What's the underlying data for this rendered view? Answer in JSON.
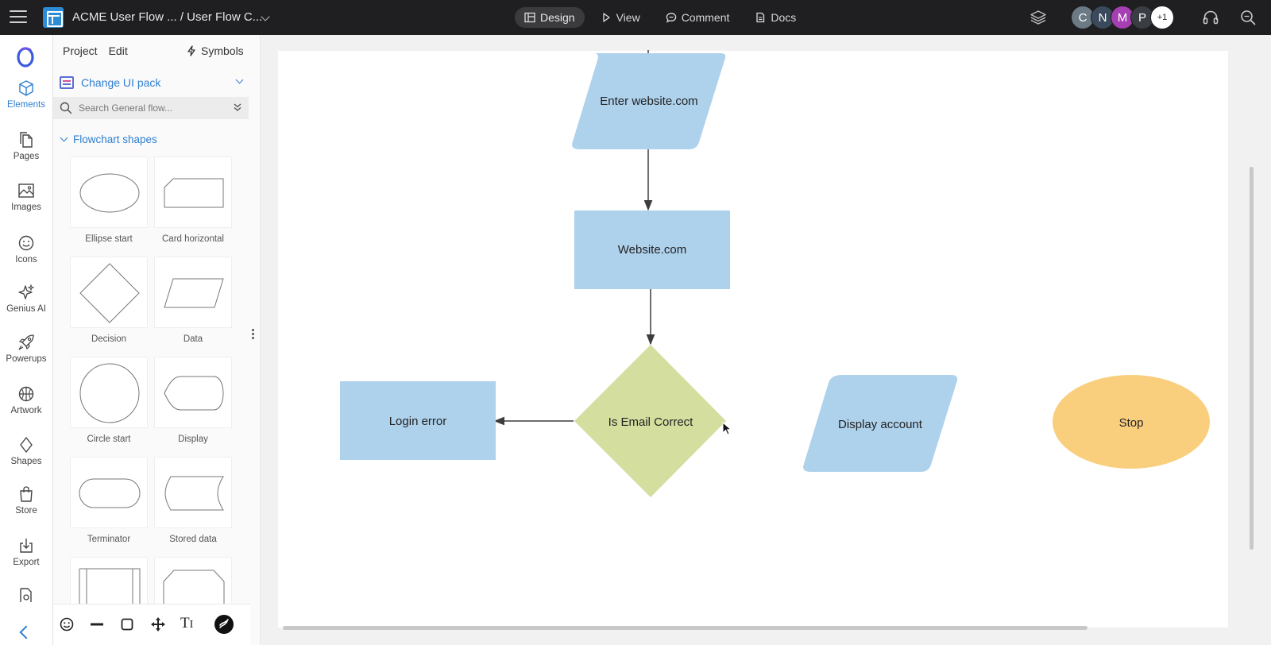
{
  "app": {
    "title": "ACME User Flow ... / User Flow C...",
    "modes": [
      {
        "label": "Design",
        "icon": "layout-icon",
        "active": true
      },
      {
        "label": "View",
        "icon": "play-icon",
        "active": false
      },
      {
        "label": "Comment",
        "icon": "comment-icon",
        "active": false
      },
      {
        "label": "Docs",
        "icon": "document-icon",
        "active": false
      }
    ],
    "collaborators": [
      {
        "initial": "C",
        "color": "#6c7a86"
      },
      {
        "initial": "N",
        "color": "#3a4a5c"
      },
      {
        "initial": "M",
        "color": "#a53fb2"
      },
      {
        "initial": "P",
        "color": "#3b3d44"
      },
      {
        "initial": "+1",
        "color": "#ffffff"
      }
    ]
  },
  "rail": {
    "items": [
      {
        "label": "Elements",
        "icon": "cube-icon"
      },
      {
        "label": "Pages",
        "icon": "pages-icon"
      },
      {
        "label": "Images",
        "icon": "image-icon"
      },
      {
        "label": "Icons",
        "icon": "smiley-icon"
      },
      {
        "label": "Genius AI",
        "icon": "sparkle-icon"
      },
      {
        "label": "Powerups",
        "icon": "rocket-icon"
      },
      {
        "label": "Artwork",
        "icon": "basketball-icon"
      },
      {
        "label": "Shapes",
        "icon": "diamond-icon"
      },
      {
        "label": "Store",
        "icon": "bag-icon"
      },
      {
        "label": "Export",
        "icon": "export-icon"
      }
    ]
  },
  "panel": {
    "tabs": [
      "Project",
      "Edit"
    ],
    "symbols_label": "Symbols",
    "ui_pack_label": "Change UI pack",
    "search_placeholder": "Search General flow...",
    "section_title": "Flowchart shapes",
    "shapes": [
      {
        "label": "Ellipse start",
        "kind": "ellipse"
      },
      {
        "label": "Card horizontal",
        "kind": "card"
      },
      {
        "label": "Decision",
        "kind": "diamond"
      },
      {
        "label": "Data",
        "kind": "parallelogram"
      },
      {
        "label": "Circle start",
        "kind": "circle"
      },
      {
        "label": "Display",
        "kind": "display"
      },
      {
        "label": "Terminator",
        "kind": "terminator"
      },
      {
        "label": "Stored data",
        "kind": "stored"
      }
    ]
  },
  "flow": {
    "nodes": {
      "enter": "Enter website.com",
      "website": "Website.com",
      "decision": "Is Email Correct",
      "login_error": "Login error",
      "display_account": "Display account",
      "stop": "Stop"
    },
    "colors": {
      "blue": "#aed1ec",
      "green": "#d4de9f",
      "orange": "#f9cf7e",
      "line": "#3d3d3d"
    }
  }
}
